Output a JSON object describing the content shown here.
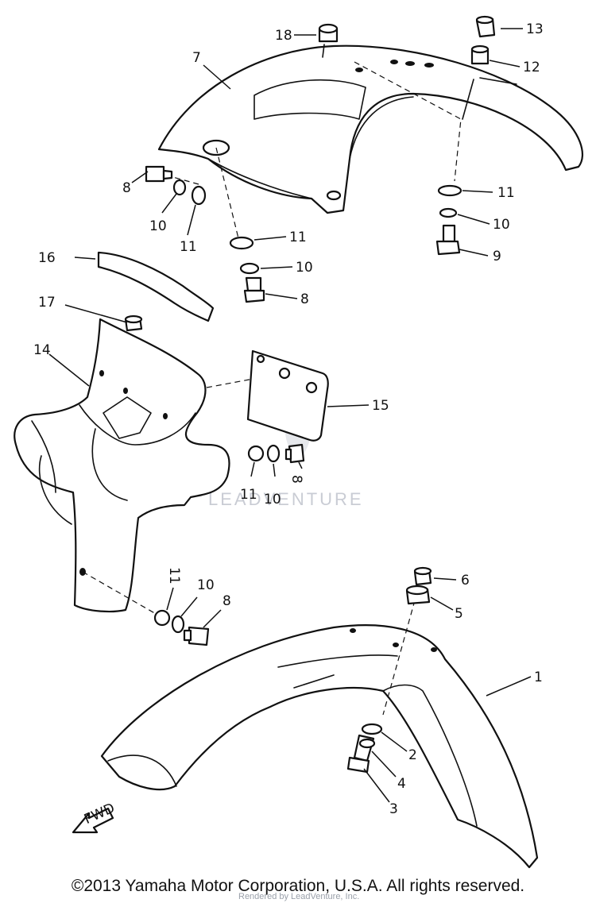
{
  "callouts": {
    "c1": "1",
    "c2": "2",
    "c3": "3",
    "c4": "4",
    "c5": "5",
    "c6": "6",
    "c7": "7",
    "c8a": "8",
    "c8b": "8",
    "c8c": "8",
    "c8d": "8",
    "c9": "9",
    "c10a": "10",
    "c10b": "10",
    "c10c": "10",
    "c10d": "10",
    "c10e": "10",
    "c11a": "11",
    "c11b": "11",
    "c11c": "11",
    "c11d": "11",
    "c11e": "11",
    "c12": "12",
    "c13": "13",
    "c14": "14",
    "c15": "15",
    "c16": "16",
    "c17": "17",
    "c18": "18"
  },
  "fwd_label": "FWD",
  "watermark": "LEADVENTURE",
  "watermark_small": "Rendered by LeadVenture, Inc.",
  "copyright": "©2013 Yamaha Motor Corporation, U.S.A. All rights reserved."
}
